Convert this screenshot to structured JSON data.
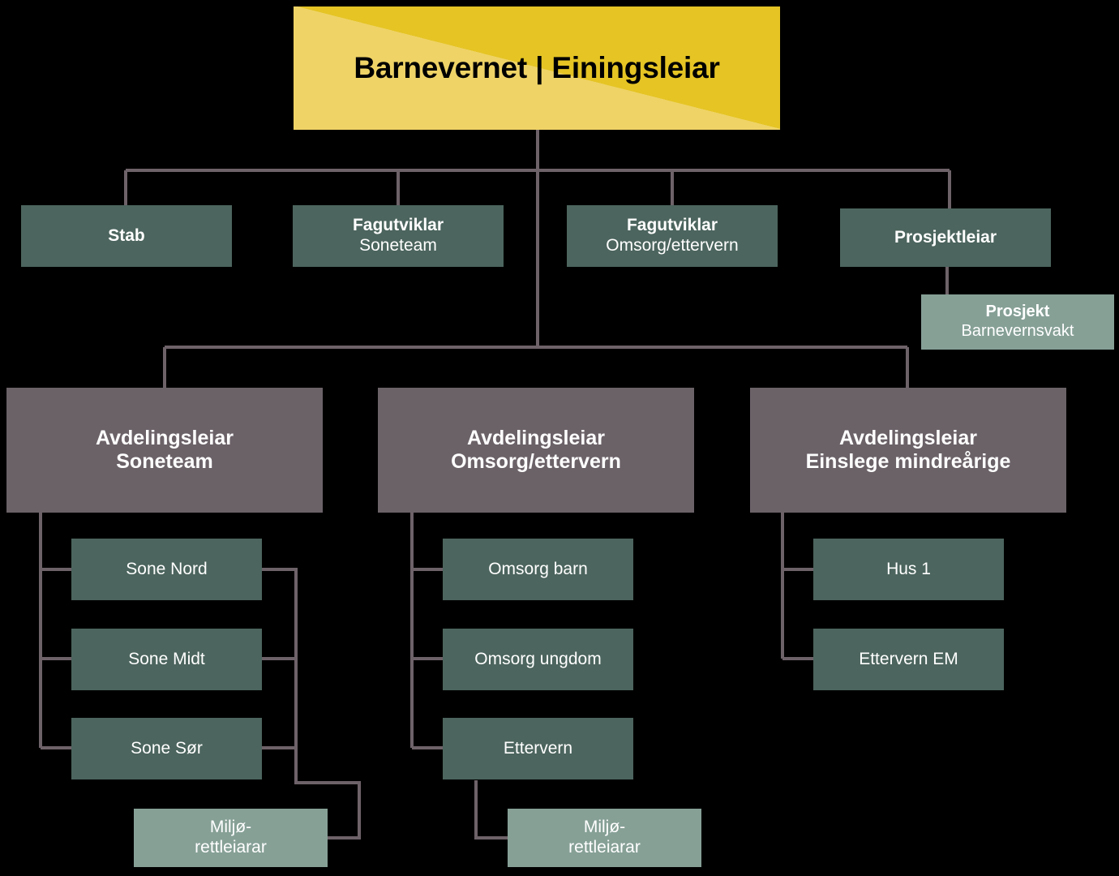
{
  "diagram": {
    "type": "organizational-chart",
    "title": "Barnevernet | Einingsleiar",
    "background_color": "#000000",
    "colors": {
      "root_dark": "#e5c424",
      "root_light": "#efd366",
      "level2": "#4c655e",
      "level3": "#6b6268",
      "accent_light": "#86a096",
      "connector": "#6e6269"
    }
  },
  "root": {
    "label": "Barnevernet | Einingsleiar"
  },
  "staff_row": [
    {
      "line1": "Stab",
      "line2": ""
    },
    {
      "line1": "Fagutviklar",
      "line2": "Soneteam"
    },
    {
      "line1": "Fagutviklar",
      "line2": "Omsorg/ettervern"
    },
    {
      "line1": "Prosjektleiar",
      "line2": ""
    }
  ],
  "project": {
    "line1": "Prosjekt",
    "line2": "Barnevernsvakt"
  },
  "departments": [
    {
      "line1": "Avdelingsleiar",
      "line2": "Soneteam",
      "children": [
        {
          "label": "Sone Nord"
        },
        {
          "label": "Sone Midt"
        },
        {
          "label": "Sone Sør"
        }
      ],
      "support": {
        "line1": "Miljø-",
        "line2": "rettleiarar"
      }
    },
    {
      "line1": "Avdelingsleiar",
      "line2": "Omsorg/ettervern",
      "children": [
        {
          "label": "Omsorg barn"
        },
        {
          "label": "Omsorg ungdom"
        },
        {
          "label": "Ettervern"
        }
      ],
      "support": {
        "line1": "Miljø-",
        "line2": "rettleiarar"
      }
    },
    {
      "line1": "Avdelingsleiar",
      "line2": "Einslege mindreårige",
      "children": [
        {
          "label": "Hus 1"
        },
        {
          "label": "Ettervern EM"
        }
      ],
      "support": null
    }
  ]
}
